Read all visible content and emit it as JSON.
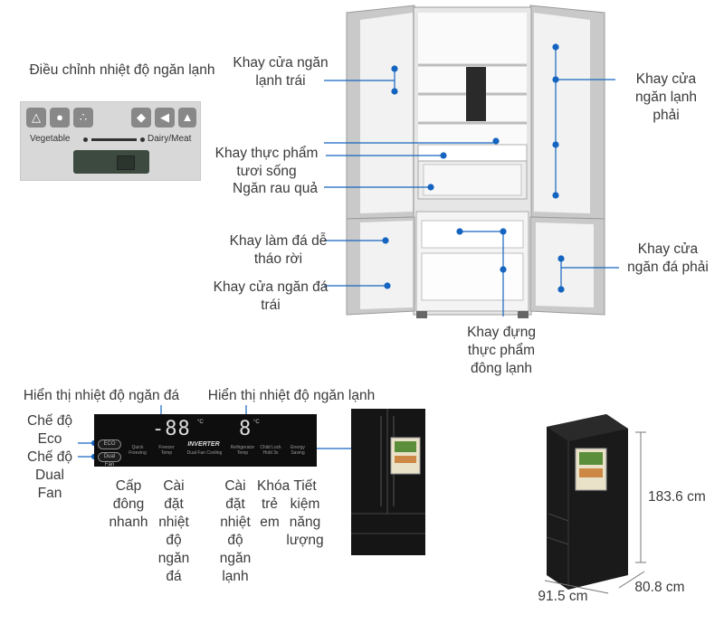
{
  "temp_panel": {
    "title": "Điều chỉnh nhiệt độ ngăn lạnh",
    "left_label": "Vegetable",
    "right_label": "Dairy/Meat",
    "icons": [
      "carrot-icon",
      "tomato-icon",
      "grapes-icon",
      "meat-icon",
      "fish-icon",
      "cheese-icon"
    ]
  },
  "fridge_labels": {
    "fridge_door_left": "Khay cửa ngăn lạnh trái",
    "fresh_tray": "Khay thực phẩm tươi sống",
    "veg_drawer": "Ngăn rau quả",
    "ice_tray": "Khay làm đá dễ tháo rời",
    "freezer_door_left": "Khay cửa ngăn đá trái",
    "fridge_door_right": "Khay cửa ngăn lạnh phải",
    "freezer_door_right": "Khay cửa ngăn đá phải",
    "frozen_tray": "Khay đựng thực phẩm đông lạnh"
  },
  "control_labels": {
    "freezer_display": "Hiển thị nhiệt độ ngăn đá",
    "fridge_display": "Hiển thị nhiệt độ ngăn lạnh",
    "eco_mode": "Chế độ Eco",
    "dual_fan": "Chế độ Dual Fan",
    "quick_freeze": "Cấp đông nhanh",
    "freezer_set": "Cài đặt nhiệt độ ngăn đá",
    "fridge_set": "Cài đặt nhiệt độ ngăn lạnh",
    "child_lock": "Khóa trẻ em",
    "energy_save": "Tiết kiệm năng lượng"
  },
  "control_panel": {
    "freezer_digits": "-88",
    "fridge_digits": "8",
    "deg": "°C",
    "eco_btn": "ECO",
    "dual_btn": "Dual Fan",
    "quick_text": "Quick Freezing",
    "freezer_text": "Freezer Temp",
    "inverter": "INVERTER",
    "dual_cooling": "Dual Fan Cooling",
    "fridge_text": "Refrigerator Temp",
    "lock_text": "Child Lock Hold 3s",
    "energy_text": "Energy Saving"
  },
  "dimensions": {
    "height": "183.6 cm",
    "width": "91.5 cm",
    "depth": "80.8 cm"
  },
  "colors": {
    "callout": "#1565c0",
    "label": "#3a3a3a",
    "fridge_dark": "#1a1a1a"
  }
}
